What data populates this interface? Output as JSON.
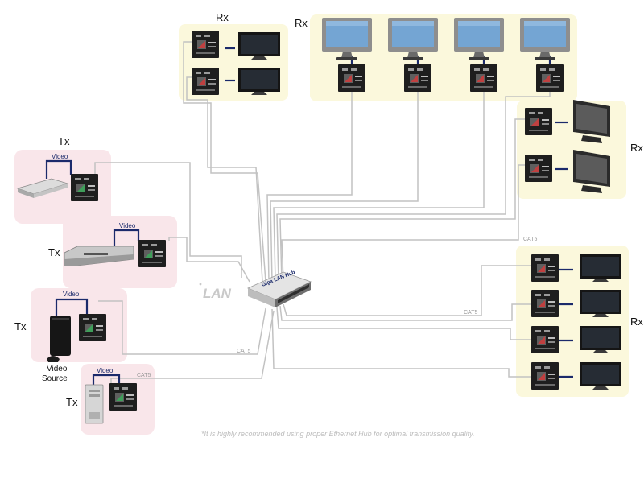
{
  "labels": {
    "rx": "Rx",
    "tx": "Tx",
    "video": "Video",
    "video_source_line1": "Video",
    "video_source_line2": "Source",
    "cat5": "CAT5",
    "lan": "LAN",
    "hub": "Giga LAN Hub",
    "footnote": "*It is highly recommended using proper Ethernet Hub for optimal transmission quality."
  },
  "colors": {
    "tx_panel": "#f9e6ea",
    "rx_panel": "#fbf8dc",
    "video_link": "#1b2a6b",
    "cat5_cable": "#c2c2c2",
    "device_body": "#1e1e1e",
    "screen_blue": "#7ea7cf"
  },
  "icons": {
    "hub": "network-switch-icon",
    "extender": "hdmi-extender-icon",
    "tv": "tv-icon",
    "dvd": "dvd-player-icon",
    "console": "game-console-icon",
    "pc": "pc-tower-icon"
  }
}
